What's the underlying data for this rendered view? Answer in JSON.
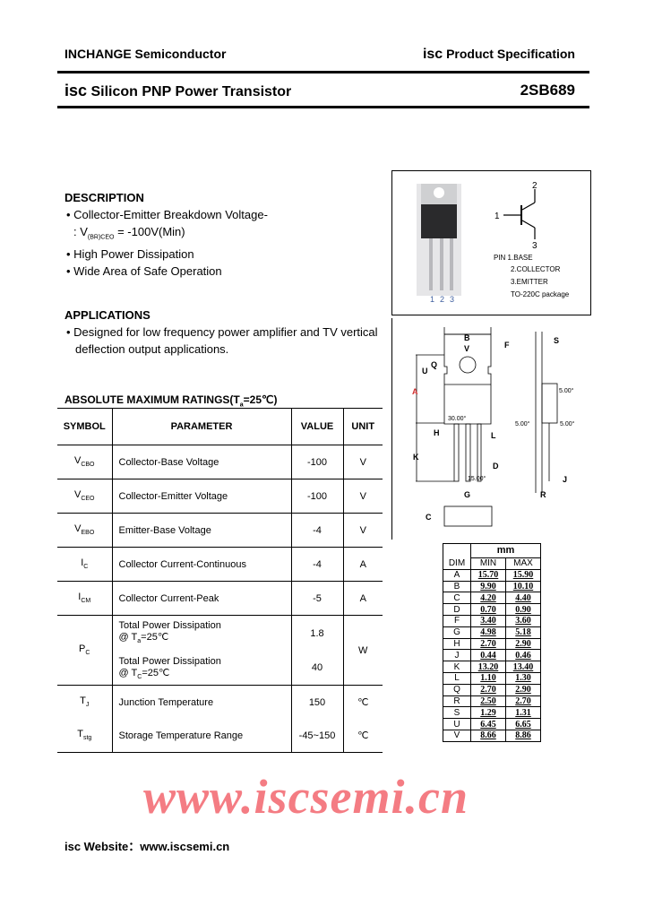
{
  "header": {
    "company": "INCHANGE Semiconductor",
    "spec_prefix": "isc",
    "spec": "Product Specification"
  },
  "title": {
    "prefix": "isc",
    "name": "Silicon PNP Power Transistor",
    "part": "2SB689"
  },
  "description": {
    "heading": "DESCRIPTION",
    "items": [
      "• Collector-Emitter Breakdown Voltage-",
      "• High Power Dissipation",
      "• Wide Area of Safe Operation"
    ],
    "vbr": {
      "prefix": ": V",
      "sub": "(BR)CEO",
      "value": "= -100V(Min)"
    }
  },
  "applications": {
    "heading": "APPLICATIONS",
    "items": [
      "• Designed for low frequency power amplifier and TV vertical",
      "deflection output applications."
    ]
  },
  "ratings": {
    "title": "ABSOLUTE MAXIMUM RATINGS(T",
    "title_sub": "a",
    "title_end": "=25℃)",
    "headers": [
      "SYMBOL",
      "PARAMETER",
      "VALUE",
      "UNIT"
    ],
    "rows": [
      {
        "sym": "V",
        "sub": "CBO",
        "param": "Collector-Base Voltage",
        "value": "-100",
        "unit": "V"
      },
      {
        "sym": "V",
        "sub": "CEO",
        "param": "Collector-Emitter Voltage",
        "value": "-100",
        "unit": "V"
      },
      {
        "sym": "V",
        "sub": "EBO",
        "param": "Emitter-Base Voltage",
        "value": "-4",
        "unit": "V"
      },
      {
        "sym": "I",
        "sub": "C",
        "param": "Collector Current-Continuous",
        "value": "-4",
        "unit": "A"
      },
      {
        "sym": "I",
        "sub": "CM",
        "param": "Collector Current-Peak",
        "value": "-5",
        "unit": "A"
      },
      {
        "sym": "P",
        "sub": "C",
        "param": "Total Power Dissipation",
        "cond": "@ T",
        "cond_sub": "a",
        "cond_end": "=25℃",
        "value": "1.8",
        "param2": "Total Power Dissipation",
        "cond2": "@ T",
        "cond2_sub": "C",
        "cond2_end": "=25℃",
        "value2": "40",
        "unit": "W"
      },
      {
        "sym": "T",
        "sub": "J",
        "param": "Junction Temperature",
        "value": "150",
        "unit": "℃"
      },
      {
        "sym": "T",
        "sub": "stg",
        "param": "Storage Temperature Range",
        "value": "-45~150",
        "unit": "℃"
      }
    ]
  },
  "package": {
    "pins_label": [
      "1",
      "2",
      "3"
    ],
    "symbol_pins": [
      "1",
      "2",
      "3"
    ],
    "pin_text": [
      "PIN  1.BASE",
      "2.COLLECTOR",
      "3.EMITTER",
      "TO-220C package"
    ]
  },
  "drawing": {
    "labels": [
      "B",
      "V",
      "F",
      "S",
      "Q",
      "U",
      "A",
      "H",
      "L",
      "K",
      "D",
      "G",
      "J",
      "R",
      "C"
    ],
    "angles": [
      "30.00°",
      "15.00°",
      "5.00°",
      "5.00°",
      "5.00°"
    ]
  },
  "dimensions": {
    "unit": "mm",
    "headers": [
      "DIM",
      "MIN",
      "MAX"
    ],
    "rows": [
      [
        "A",
        "15.70",
        "15.90"
      ],
      [
        "B",
        "9.90",
        "10.10"
      ],
      [
        "C",
        "4.20",
        "4.40"
      ],
      [
        "D",
        "0.70",
        "0.90"
      ],
      [
        "F",
        "3.40",
        "3.60"
      ],
      [
        "G",
        "4.98",
        "5.18"
      ],
      [
        "H",
        "2.70",
        "2.90"
      ],
      [
        "J",
        "0.44",
        "0.46"
      ],
      [
        "K",
        "13.20",
        "13.40"
      ],
      [
        "L",
        "1.10",
        "1.30"
      ],
      [
        "Q",
        "2.70",
        "2.90"
      ],
      [
        "R",
        "2.50",
        "2.70"
      ],
      [
        "S",
        "1.29",
        "1.31"
      ],
      [
        "U",
        "6.45",
        "6.65"
      ],
      [
        "V",
        "8.66",
        "8.86"
      ]
    ]
  },
  "watermark": "www.iscsemi.cn",
  "footer": {
    "label": "isc Website：",
    "url": "www.iscsemi.cn"
  }
}
